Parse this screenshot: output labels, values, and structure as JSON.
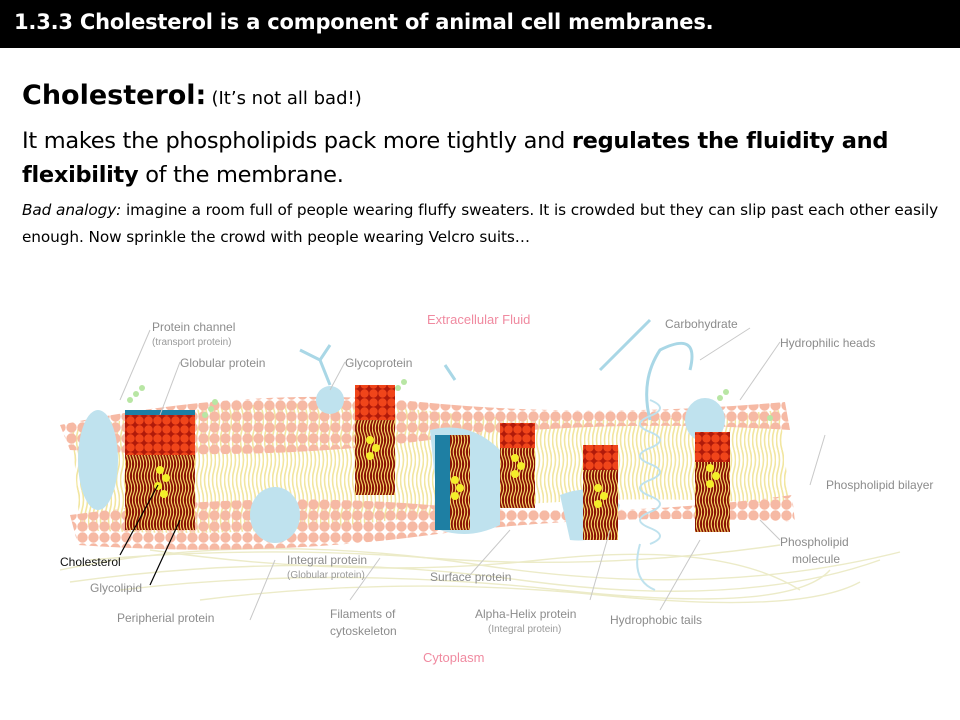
{
  "header": {
    "title": "1.3.3 Cholesterol is a component of animal cell membranes."
  },
  "heading": {
    "title": "Cholesterol:",
    "subtitle": "(It’s not all bad!)"
  },
  "body": {
    "sentence_start": "It makes the phospholipids pack more tightly and ",
    "sentence_bold": "regulates the fluidity and flexibility",
    "sentence_end": " of the membrane."
  },
  "analogy": {
    "label": "Bad analogy:",
    "text": " imagine a room full of people wearing fluffy sweaters. It is crowded but they can slip past each other easily enough. Now sprinkle the crowd with people wearing Velcro suits…"
  },
  "diagram": {
    "labels": {
      "extracellular": "Extracellular Fluid",
      "cytoplasm": "Cytoplasm",
      "protein_channel": "Protein channel",
      "protein_channel_sub": "(transport protein)",
      "globular_protein": "Globular protein",
      "glycoprotein": "Glycoprotein",
      "carbohydrate": "Carbohydrate",
      "hydrophilic_heads": "Hydrophilic heads",
      "phospholipid_bilayer": "Phospholipid bilayer",
      "phospholipid_molecule_1": "Phospholipid",
      "phospholipid_molecule_2": "molecule",
      "cholesterol": "Cholesterol",
      "glycolipid": "Glycolipid",
      "peripheral_protein": "Peripherial protein",
      "integral_protein": "Integral protein",
      "integral_protein_sub": "(Globular protein)",
      "surface_protein": "Surface protein",
      "filaments_1": "Filaments of",
      "filaments_2": "cytoskeleton",
      "alpha_helix": "Alpha-Helix protein",
      "alpha_helix_sub": "(Integral protein)",
      "hydrophobic_tails": "Hydrophobic tails"
    }
  }
}
